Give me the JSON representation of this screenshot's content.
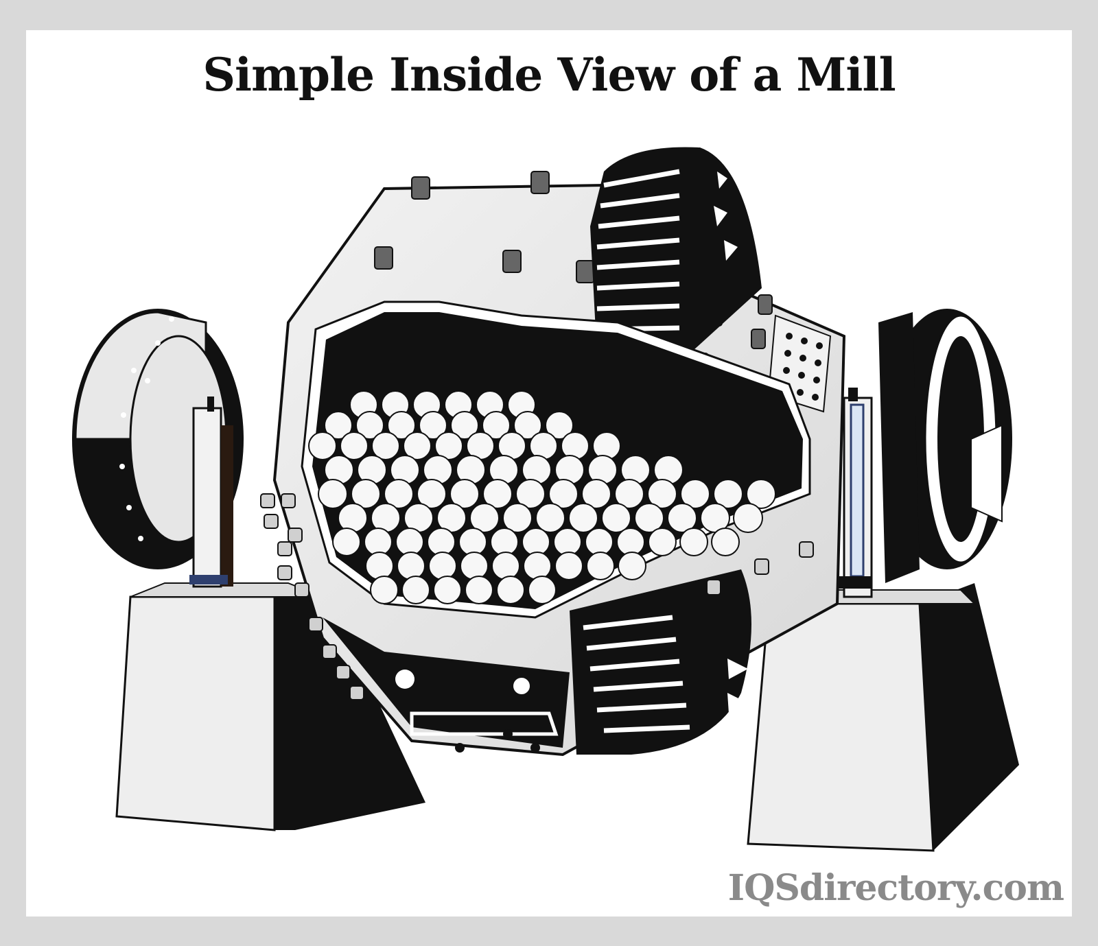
{
  "title": "Simple Inside View of a Mill",
  "watermark": "IQSdirectory.com",
  "colors": {
    "background_border": "#d9d9d9",
    "panel": "#ffffff",
    "ink": "#111111",
    "shell_light": "#e6e6e6",
    "watermark": "#8a8a8a",
    "accent_blue": "#2e3f6e"
  },
  "illustration": {
    "subject": "ball-mill-cutaway",
    "icons": [
      "mill-shell",
      "grinding-balls",
      "ring-gear",
      "bearing-pedestal",
      "trunnion"
    ]
  }
}
